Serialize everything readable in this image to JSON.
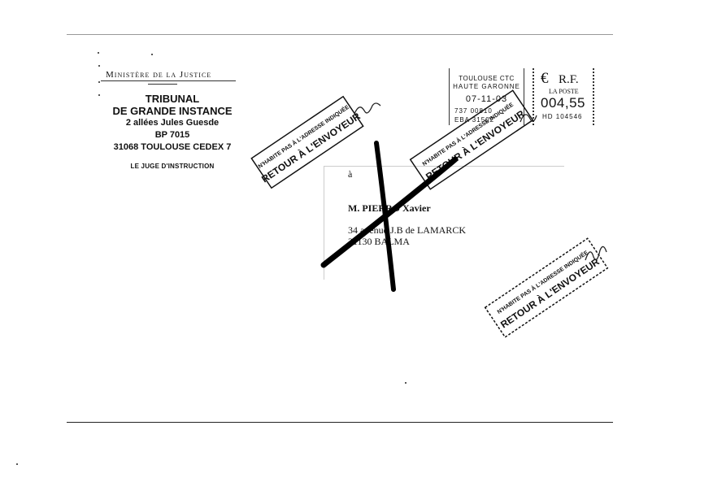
{
  "sender": {
    "ministry": "Ministère de la Justice",
    "court_line1": "TRIBUNAL",
    "court_line2": "DE GRANDE INSTANCE",
    "address_line1": "2 allées Jules Guesde",
    "address_line2": "BP 7015",
    "address_line3": "31068 TOULOUSE CEDEX 7",
    "role": "LE JUGE D'INSTRUCTION"
  },
  "postmark": {
    "office_line1": "TOULOUSE CTC",
    "office_line2": "HAUTE GARONNE",
    "date": "07-11-03",
    "code_line1": "737  00810",
    "code_line2": "EBA   31502"
  },
  "postage": {
    "currency_symbol": "€",
    "rf": "R.F.",
    "carrier": "LA POSTE",
    "amount": "004,55",
    "serial": "HD 104546"
  },
  "recipient": {
    "prefix": "à",
    "name": "M. PIERRO Xavier",
    "address_line1": "34 avenue J.B de LAMARCK",
    "address_line2": "31130 BALMA"
  },
  "return_stamp": {
    "line1": "N'HABITE PAS À L'ADRESSE INDIQUÉE",
    "line2": "RETOUR À L'ENVOYEUR"
  },
  "colors": {
    "ink": "#111111",
    "paper": "#ffffff"
  }
}
